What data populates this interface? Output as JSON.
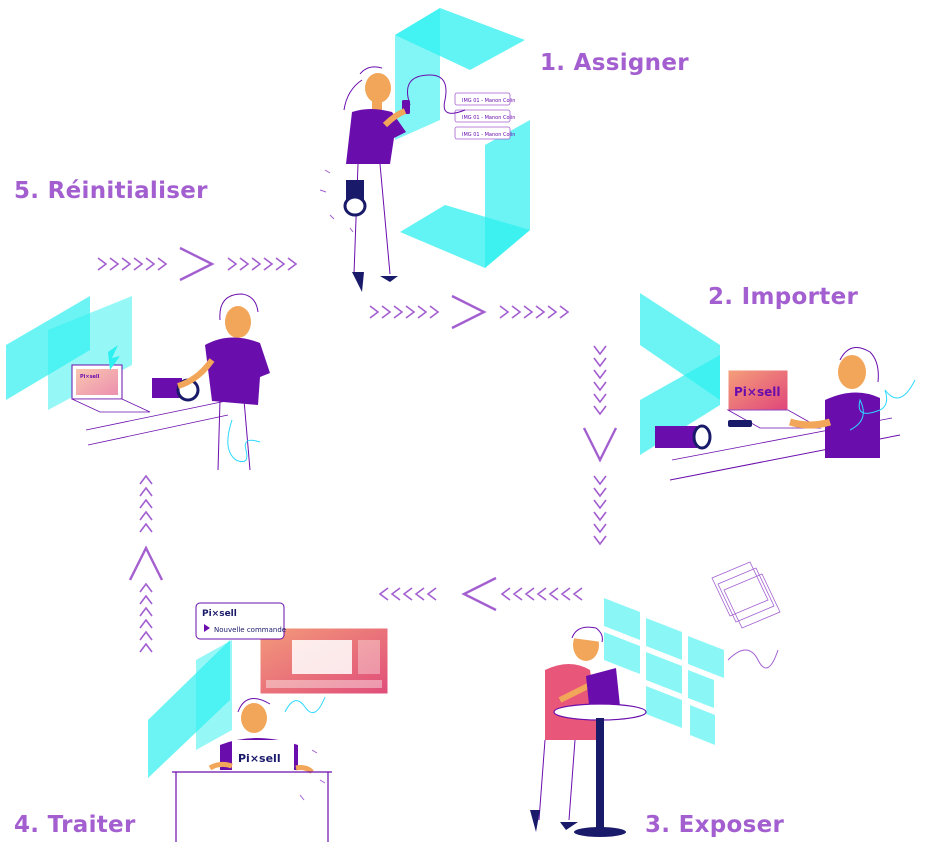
{
  "steps": [
    {
      "label": "1.  Assigner"
    },
    {
      "label": "2.  Importer"
    },
    {
      "label": "3. Exposer"
    },
    {
      "label": "4.  Traiter"
    },
    {
      "label": "5. Réinitialiser"
    }
  ],
  "assign_cards": [
    "IMG 01 - Manon Colin",
    "IMG 01 - Manon Colin",
    "IMG 01 - Manon Colin"
  ],
  "brand": "Pi×sell",
  "notification": {
    "title": "Pi×sell",
    "message": "Nouvelle commande"
  },
  "colors": {
    "label": "#a35fd0",
    "purple": "#6a0dad",
    "cyan": "#2ef0f0",
    "skin": "#f2a65a",
    "coral": "#e8567a"
  },
  "icons": [
    "arrow-chevrons-icon",
    "camera-icon",
    "laptop-icon",
    "tablet-icon",
    "monitor-icon"
  ]
}
